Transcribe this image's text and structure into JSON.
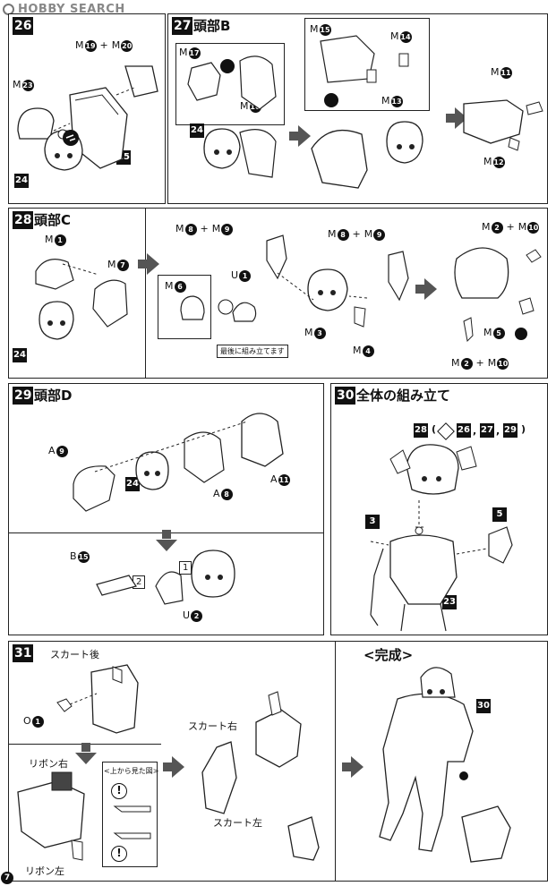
{
  "header": {
    "logo_text": "HOBBY SEARCH"
  },
  "page_number": "7",
  "steps": {
    "s26": {
      "no": "26",
      "labels": {
        "m19": "M",
        "m19n": "19",
        "plus": "+",
        "m20": "M",
        "m20n": "20",
        "m23": "M",
        "m23n": "23",
        "p24": "24",
        "p25": "25"
      }
    },
    "s27": {
      "no": "27",
      "title": "頭部B",
      "labels": {
        "m17": "M",
        "m17n": "17",
        "m16": "M",
        "m16n": "16",
        "p24": "24",
        "m15": "M",
        "m15n": "15",
        "m14": "M",
        "m14n": "14",
        "m13": "M",
        "m13n": "13",
        "m11": "M",
        "m11n": "11",
        "m12": "M",
        "m12n": "12"
      }
    },
    "s28": {
      "no": "28",
      "title": "頭部C",
      "labels": {
        "m1": "M",
        "m1n": "1",
        "m7": "M",
        "m7n": "7",
        "p24": "24",
        "m8a": "M",
        "m8an": "8",
        "plus_a": "+",
        "m9a": "M",
        "m9an": "9",
        "u1": "U",
        "u1n": "1",
        "m6": "M",
        "m6n": "6",
        "m3": "M",
        "m3n": "3",
        "m8b": "M",
        "m8bn": "8",
        "plus_b": "+",
        "m9b": "M",
        "m9bn": "9",
        "m4": "M",
        "m4n": "4",
        "m2a": "M",
        "m2an": "2",
        "plus_c": "+",
        "m10a": "M",
        "m10an": "10",
        "m5": "M",
        "m5n": "5",
        "m2b": "M",
        "m2bn": "2",
        "plus_d": "+",
        "m10b": "M",
        "m10bn": "10"
      },
      "caption": "最後に組み立てます"
    },
    "s29": {
      "no": "29",
      "title": "頭部D",
      "labels": {
        "a9": "A",
        "a9n": "9",
        "p24": "24",
        "a8": "A",
        "a8n": "8",
        "a11": "A",
        "a11n": "11",
        "b15": "B",
        "b15n": "15",
        "n1": "1",
        "n2": "2",
        "u2": "U",
        "u2n": "2"
      }
    },
    "s30": {
      "no": "30",
      "title": "全体の組み立て",
      "labels": {
        "p28": "28",
        "open": "(",
        "p26": "26",
        "c1": ",",
        "p27": "27",
        "c2": ",",
        "p29": "29",
        "close": ")",
        "p3": "3",
        "p5": "5",
        "p23": "23"
      }
    },
    "s31": {
      "no": "31",
      "labels": {
        "skirt_back": "スカート後",
        "o1": "O",
        "o1n": "1",
        "ribbon_right": "リボン右",
        "top_view": "<上から見た図>",
        "ribbon_left": "リボン左",
        "skirt_right": "スカート右",
        "skirt_left": "スカート左"
      },
      "warn_mark": "!"
    },
    "complete": {
      "title": "<完成>",
      "p30": "30"
    }
  }
}
